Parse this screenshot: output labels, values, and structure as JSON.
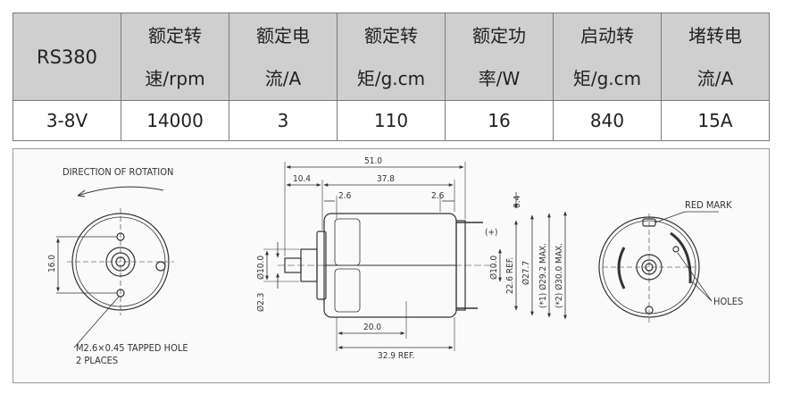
{
  "spec_table": {
    "model": "RS380",
    "headers": [
      {
        "line1": "额定转",
        "line2": "速/rpm"
      },
      {
        "line1": "额定电",
        "line2": "流/A"
      },
      {
        "line1": "额定转",
        "line2": "矩/g.cm"
      },
      {
        "line1": "额定功",
        "line2": "率/W"
      },
      {
        "line1": "启动转",
        "line2": "矩/g.cm"
      },
      {
        "line1": "堵转电",
        "line2": "流/A"
      }
    ],
    "voltage": "3-8V",
    "values": [
      "14000",
      "3",
      "110",
      "16",
      "840",
      "15A"
    ]
  },
  "drawing": {
    "direction_label": "DIRECTION OF ROTATION",
    "dim_16": "16.0",
    "tapped_hole_line1": "M2.6×0.45 TAPPED HOLE",
    "tapped_hole_line2": "2 PLACES",
    "dim_51": "51.0",
    "dim_10_4": "10.4",
    "dim_37_8": "37.8",
    "dim_2_6_left": "2.6",
    "dim_2_6_right": "2.6",
    "dim_0_4": "0.4",
    "plus_mark": "(+)",
    "dim_phi10_left": "Ø10.0",
    "dim_phi2_3": "Ø2.3",
    "dim_phi10_right": "Ø10.0",
    "dim_22_6": "22.6 REF.",
    "dim_27_7": "Ø27.7",
    "dim_29_2": "(*1) Ø29.2 MAX.",
    "dim_30_0": "(*2) Ø30.0 MAX.",
    "dim_20": "20.0",
    "dim_32_9": "32.9 REF.",
    "red_mark": "RED MARK",
    "holes": "HOLES"
  }
}
